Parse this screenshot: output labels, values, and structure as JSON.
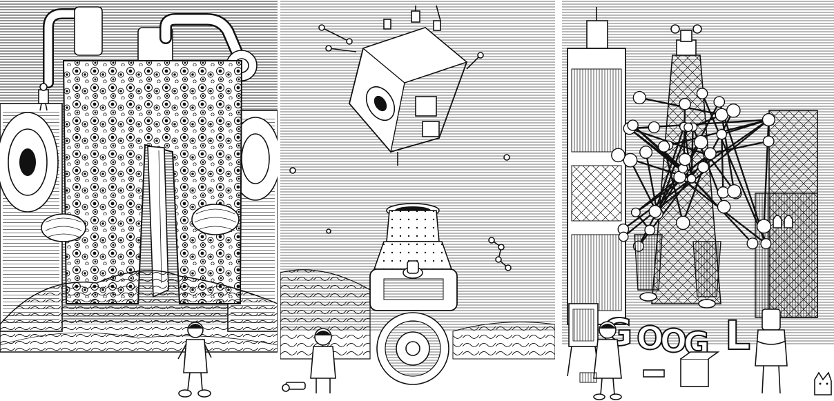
{
  "panels": [
    {
      "id": "panel-left",
      "subject": "giant-eye-covered-machine"
    },
    {
      "id": "panel-middle",
      "subject": "floating-cube-and-cannon"
    },
    {
      "id": "panel-right",
      "subject": "molecule-towers-and-letters"
    }
  ],
  "doodle_letters": [
    "G",
    "O",
    "O",
    "G",
    "L"
  ],
  "colors": {
    "ink": "#111111",
    "paper": "#ffffff"
  }
}
